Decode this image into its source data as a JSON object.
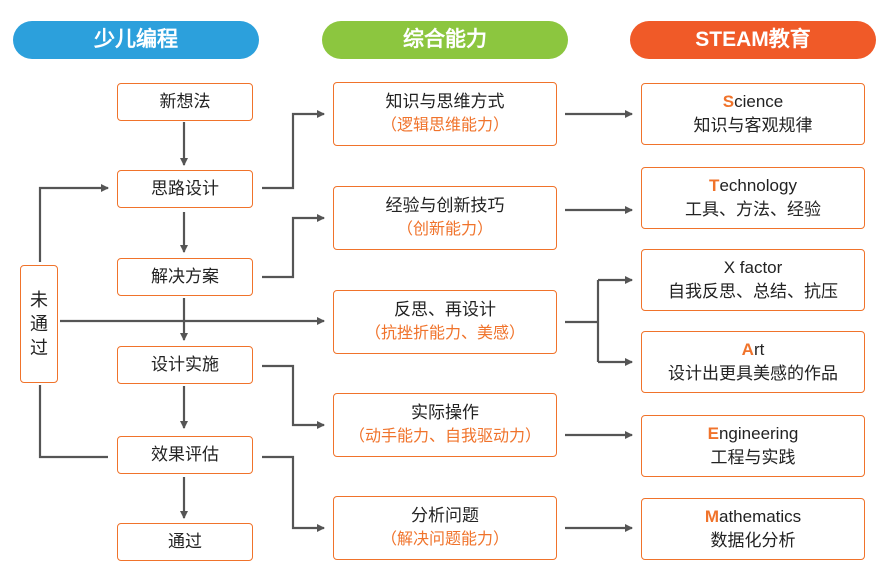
{
  "headers": {
    "left": "少儿编程",
    "middle": "综合能力",
    "right": "STEAM教育"
  },
  "colors": {
    "blue": "#2ca0dc",
    "green": "#8cc63f",
    "orange": "#f05a28",
    "box_border": "#f0732b",
    "connector": "#555555"
  },
  "steps": [
    "新想法",
    "思路设计",
    "解决方案",
    "设计实施",
    "效果评估",
    "通过"
  ],
  "not_passed": [
    "未",
    "通",
    "过"
  ],
  "abilities": [
    {
      "title": "知识与思维方式",
      "sub": "（逻辑思维能力）"
    },
    {
      "title": "经验与创新技巧",
      "sub": "（创新能力）"
    },
    {
      "title": "反思、再设计",
      "sub": "（抗挫折能力、美感）"
    },
    {
      "title": "实际操作",
      "sub": "（动手能力、自我驱动力）"
    },
    {
      "title": "分析问题",
      "sub": "（解决问题能力）"
    }
  ],
  "steam": [
    {
      "letter": "S",
      "rest": "cience",
      "desc": "知识与客观规律"
    },
    {
      "letter": "T",
      "rest": "echnology",
      "desc": "工具、方法、经验"
    },
    {
      "letter": "",
      "rest": "X factor",
      "desc": "自我反思、总结、抗压"
    },
    {
      "letter": "A",
      "rest": "rt",
      "desc": "设计出更具美感的作品"
    },
    {
      "letter": "E",
      "rest": "ngineering",
      "desc": "工程与实践"
    },
    {
      "letter": "M",
      "rest": "athematics",
      "desc": "数据化分析"
    }
  ]
}
